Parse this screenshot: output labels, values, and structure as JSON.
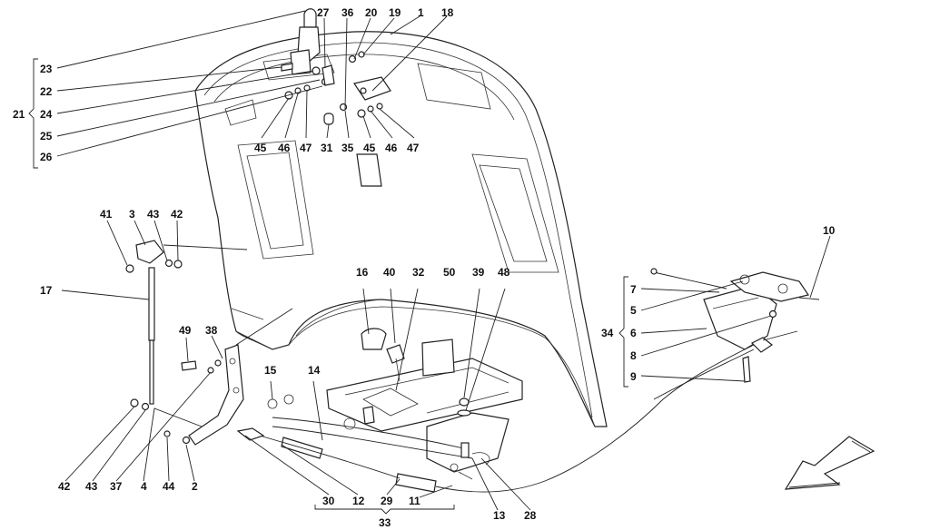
{
  "labels": {
    "p1": "1",
    "p2": "2",
    "p3": "3",
    "p4": "4",
    "p5": "5",
    "p6": "6",
    "p7": "7",
    "p8": "8",
    "p9": "9",
    "p10": "10",
    "p11": "11",
    "p12": "12",
    "p13": "13",
    "p14": "14",
    "p15": "15",
    "p16": "16",
    "p17": "17",
    "p18": "18",
    "p19": "19",
    "p20": "20",
    "p21": "21",
    "p22": "22",
    "p23": "23",
    "p24": "24",
    "p25": "25",
    "p26": "26",
    "p27": "27",
    "p28": "28",
    "p29": "29",
    "p30": "30",
    "p31": "31",
    "p32": "32",
    "p33": "33",
    "p34": "34",
    "p35": "35",
    "p36": "36",
    "p37": "37",
    "p38": "38",
    "p39": "39",
    "p40": "40",
    "p41": "41",
    "p42": "42",
    "p43": "43",
    "p44": "44",
    "p45": "45",
    "p46": "46",
    "p47": "47",
    "p48": "48",
    "p49": "49",
    "p50": "50"
  },
  "colors": {
    "line": "#222222",
    "background": "#ffffff"
  },
  "icons": {
    "direction": "direction-arrow-icon"
  }
}
